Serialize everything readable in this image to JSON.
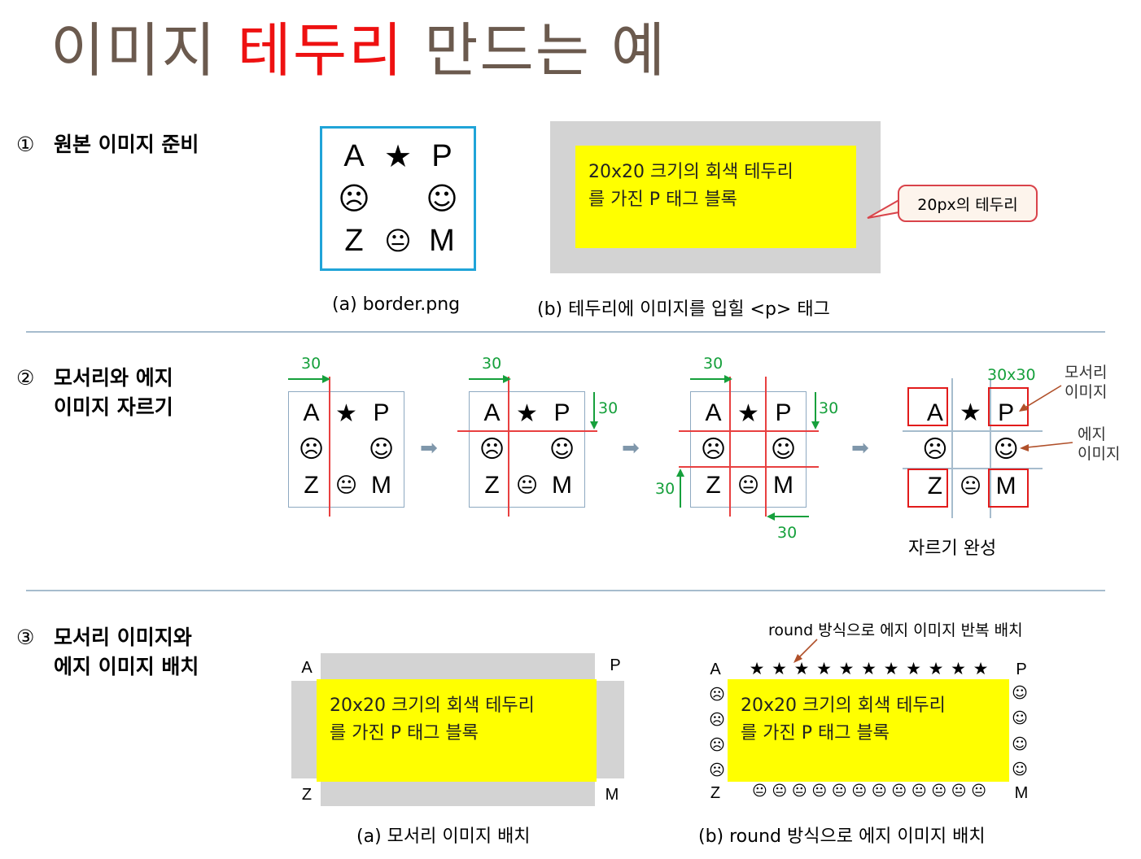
{
  "title": {
    "part1": "이미지",
    "part2": "테두리",
    "part3": "만드는 예"
  },
  "steps": [
    {
      "num": "①",
      "label": "원본 이미지 준비"
    },
    {
      "num": "②",
      "label_line1": "모서리와 에지",
      "label_line2": "이미지 자르기"
    },
    {
      "num": "③",
      "label_line1": "모서리 이미지와",
      "label_line2": "에지 이미지 배치"
    }
  ],
  "border_image": {
    "cells": [
      "A",
      "★",
      "P",
      "☹",
      "",
      "☺",
      "Z",
      "😐",
      "M"
    ],
    "caption": "(a) border.png"
  },
  "p_tag_demo": {
    "text_line1": "20x20 크기의 회색 테두리",
    "text_line2": "를 가진 P 태그 블록",
    "caption": "(b) 테두리에 이미지를 입힐 <p> 태그",
    "callout": "20px의 테두리"
  },
  "slicing": {
    "measure": "30",
    "cell_size": "30x30",
    "done_caption": "자르기 완성",
    "corner_label_line1": "모서리",
    "corner_label_line2": "이미지",
    "edge_label_line1": "에지",
    "edge_label_line2": "이미지",
    "arrow": "➡"
  },
  "placement": {
    "corner_caption": "(a) 모서리 이미지 배치",
    "round_caption": "(b) round 방식으로 에지 이미지 배치",
    "round_note": "round 방식으로 에지 이미지 반복 배치",
    "corners": {
      "tl": "A",
      "tr": "P",
      "bl": "Z",
      "br": "M"
    },
    "top_edge": "★ ★ ★ ★ ★ ★ ★ ★ ★ ★ ★",
    "bottom_edge": "😐 😐 😐 😐 😐 😐 😐 😐 😐 😐 😐 😐",
    "left_edge": [
      "☹",
      "☹",
      "☹",
      "☹"
    ],
    "right_edge": [
      "☺",
      "☺",
      "☺",
      "☺"
    ]
  },
  "colors": {
    "title": "#6b5a4e",
    "accent_red": "#ee1111",
    "green": "#16a03c",
    "yellow": "#ffff00",
    "gray_border": "#d3d3d3"
  }
}
